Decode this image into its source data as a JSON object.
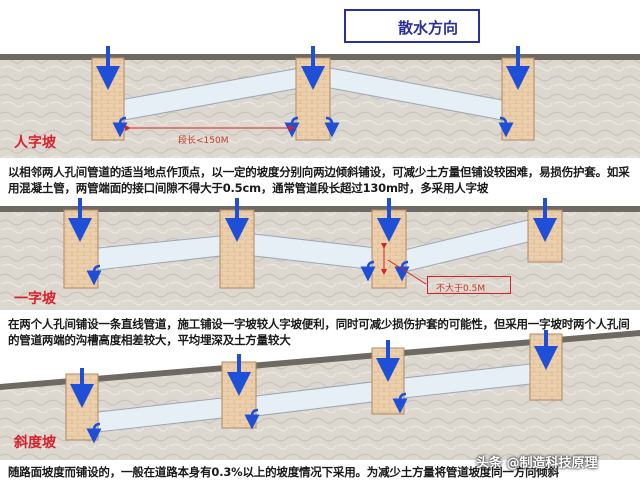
{
  "legend": {
    "text": "散水方向",
    "arrow_color": "#1f4fd6"
  },
  "sections": [
    {
      "label": "人字坡",
      "note": "段长<150M",
      "caption": "以相邻两人孔间管道的适当地点作顶点，以一定的坡度分别向两边倾斜铺设，可减少土方量但铺设较困难，易损伤护套。如采用混凝土管，两管端面的接口间隙不得大于0.5cm，通常管道段长超过130m时，多采用人字坡"
    },
    {
      "label": "一字坡",
      "note": "不大于0.5M",
      "caption": "在两个人孔间铺设一条直线管道，施工铺设一字坡较人字坡便利，同时可减少损伤护套的可能性，但采用一字坡时两个人孔间的管道两端的沟槽高度相差较大，平均埋深及土方量较大"
    },
    {
      "label": "斜度坡",
      "note": "",
      "caption": "随路面坡度而铺设的，一般在道路本身有0.3%以上的坡度情况下采用。为减少土方量将管道坡度同一方向倾斜"
    }
  ],
  "watermark": "头条 @制造科技原理",
  "colors": {
    "label": "#d9202a",
    "arrow": "#1f4fd6",
    "brick": "#e9c9a3",
    "pipe": "#e6eef6",
    "soil": "#d8d4cc"
  }
}
